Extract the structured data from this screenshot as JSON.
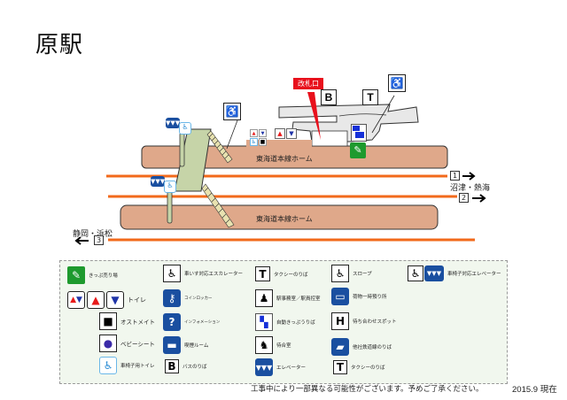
{
  "title": "原駅",
  "map": {
    "ticket_gate_label": "改札口",
    "platform_upper_label": "東海道本線ホーム",
    "platform_lower_label": "東海道本線ホーム",
    "east_direction_label": "沼津・熱海",
    "west_direction_label": "静岡・浜松",
    "tracks": [
      {
        "number": "1",
        "direction": "east"
      },
      {
        "number": "2",
        "direction": "east"
      },
      {
        "number": "3",
        "direction": "west"
      }
    ],
    "signs": {
      "bus": "B",
      "taxi": "T"
    },
    "colors": {
      "platform": "#dfa88a",
      "track": "#f26a1b",
      "overpass": "#c6d4a8",
      "building": "#e8e8e8",
      "gate_label": "#e8101c"
    }
  },
  "legend": {
    "items": [
      {
        "icon": "ticket-office-icon",
        "label": "きっぷ売り場"
      },
      {
        "icon": "toilet-icon",
        "label": "トイレ"
      },
      {
        "icon": "ostomate-icon",
        "label": "オストメイト"
      },
      {
        "icon": "baby-seat-icon",
        "label": "ベビーシート"
      },
      {
        "icon": "wheelchair-toilet-icon",
        "label": "車椅子用トイレ"
      },
      {
        "icon": "wheelchair-escalator-icon",
        "label": "車いす対応エスカレーター"
      },
      {
        "icon": "coin-locker-icon",
        "label": "コインロッカー"
      },
      {
        "icon": "information-icon",
        "label": "インフォメーション"
      },
      {
        "icon": "smoking-room-icon",
        "label": "喫煙ルーム"
      },
      {
        "icon": "bus-icon",
        "label": "バスのりば",
        "glyph": "B"
      },
      {
        "icon": "taxi-icon",
        "label": "タクシーのりば",
        "glyph": "T"
      },
      {
        "icon": "station-office-icon",
        "label": "駅事務室／駅員控室"
      },
      {
        "icon": "ticket-machine-icon",
        "label": "自動きっぷうりば"
      },
      {
        "icon": "waiting-room-icon",
        "label": "待合室"
      },
      {
        "icon": "elevator-icon",
        "label": "エレベーター"
      },
      {
        "icon": "slope-icon",
        "label": "スロープ"
      },
      {
        "icon": "baggage-icon",
        "label": "荷物一時預り所"
      },
      {
        "icon": "meeting-spot-icon",
        "label": "待ち合わせスポット"
      },
      {
        "icon": "other-railway-icon",
        "label": "他社鉄道線のりば"
      },
      {
        "icon": "taxi-icon",
        "label": "タクシーのりば",
        "glyph": "T"
      },
      {
        "icon": "wheelchair-elevator-icon",
        "label": "車椅子対応エレベーター"
      }
    ]
  },
  "footer": {
    "note": "工事中により一部異なる可能性がございます。予めご了承ください。",
    "date": "2015.9 現在"
  }
}
